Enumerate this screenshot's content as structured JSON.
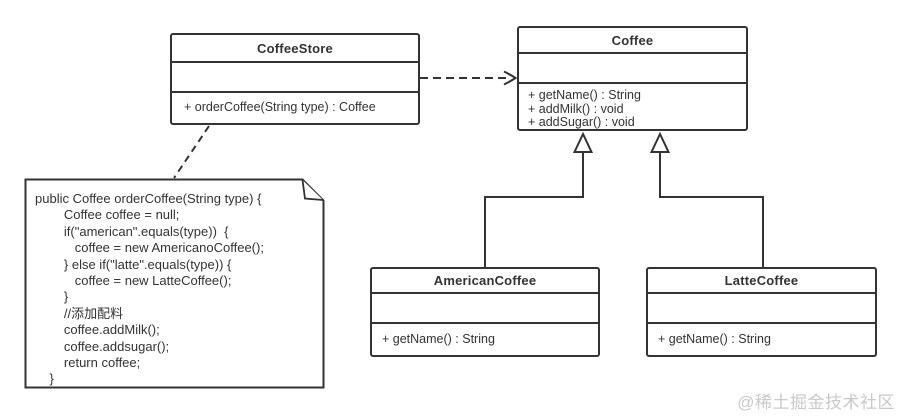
{
  "diagram": {
    "line_color": "#333333",
    "background": "#ffffff",
    "classes": [
      {
        "name": "CoffeeStore",
        "attributes": [],
        "methods": [
          "+ orderCoffee(String type) : Coffee"
        ]
      },
      {
        "name": "Coffee",
        "attributes": [],
        "methods": [
          "+ getName() : String",
          "+ addMilk() : void",
          "+ addSugar() : void"
        ]
      },
      {
        "name": "AmericanCoffee",
        "attributes": [],
        "methods": [
          "+ getName() : String"
        ]
      },
      {
        "name": "LatteCoffee",
        "attributes": [],
        "methods": [
          "+ getName() : String"
        ]
      }
    ],
    "relations": [
      {
        "type": "dependency",
        "from": "CoffeeStore",
        "to": "Coffee",
        "style": "dashed-open-arrow"
      },
      {
        "type": "generalization",
        "from": "AmericanCoffee",
        "to": "Coffee",
        "style": "solid-hollow-triangle"
      },
      {
        "type": "generalization",
        "from": "LatteCoffee",
        "to": "Coffee",
        "style": "solid-hollow-triangle"
      },
      {
        "type": "note-anchor",
        "from": "code-note",
        "to": "CoffeeStore",
        "style": "dashed"
      }
    ],
    "note": {
      "lines": [
        "public Coffee orderCoffee(String type) {",
        "        Coffee coffee = null;",
        "        if(\"american\".equals(type))  {",
        "           coffee = new AmericanoCoffee();",
        "        } else if(\"latte\".equals(type)) {",
        "           coffee = new LatteCoffee();",
        "        }",
        "        //添加配料",
        "        coffee.addMilk();",
        "        coffee.addsugar();",
        "        return coffee;",
        "    }"
      ]
    }
  },
  "watermark": {
    "text": "@稀土掘金技术社区",
    "color": "#c9c9c9"
  }
}
